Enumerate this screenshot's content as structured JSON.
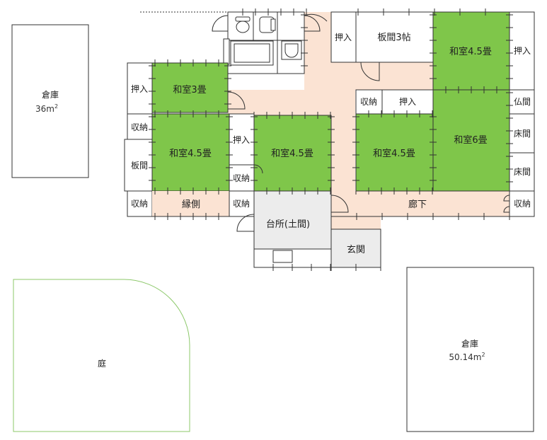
{
  "storage_small": {
    "label": "倉庫",
    "area": "36m",
    "sup": "2"
  },
  "storage_large": {
    "label": "倉庫",
    "area": "50.14m",
    "sup": "2"
  },
  "garden": {
    "label": "庭"
  },
  "rooms": {
    "washitsu3": "和室3畳",
    "washitsu45_left": "和室4.5畳",
    "washitsu45_mid": "和室4.5畳",
    "washitsu45_right": "和室4.5畳",
    "washitsu45_top": "和室4.5畳",
    "washitsu6": "和室6畳",
    "itama3": "板間3帖",
    "itama_side": "板間",
    "engawa": "縁側",
    "kitchen": "台所(土間)",
    "genkan": "玄関",
    "rouka": "廊下",
    "butsuma": "仏間",
    "tokonoma1": "床間",
    "tokonoma2": "床間"
  },
  "closets": {
    "oshiire_left": "押入",
    "oshiire_mid": "押入",
    "oshiire_top": "押入",
    "oshiire_center": "押入",
    "oshiire_right": "押入",
    "shuno_left1": "収納",
    "shuno_left2": "収納",
    "shuno_mid1": "収納",
    "shuno_mid2": "収納",
    "shuno_center": "収納",
    "shuno_right": "収納"
  }
}
